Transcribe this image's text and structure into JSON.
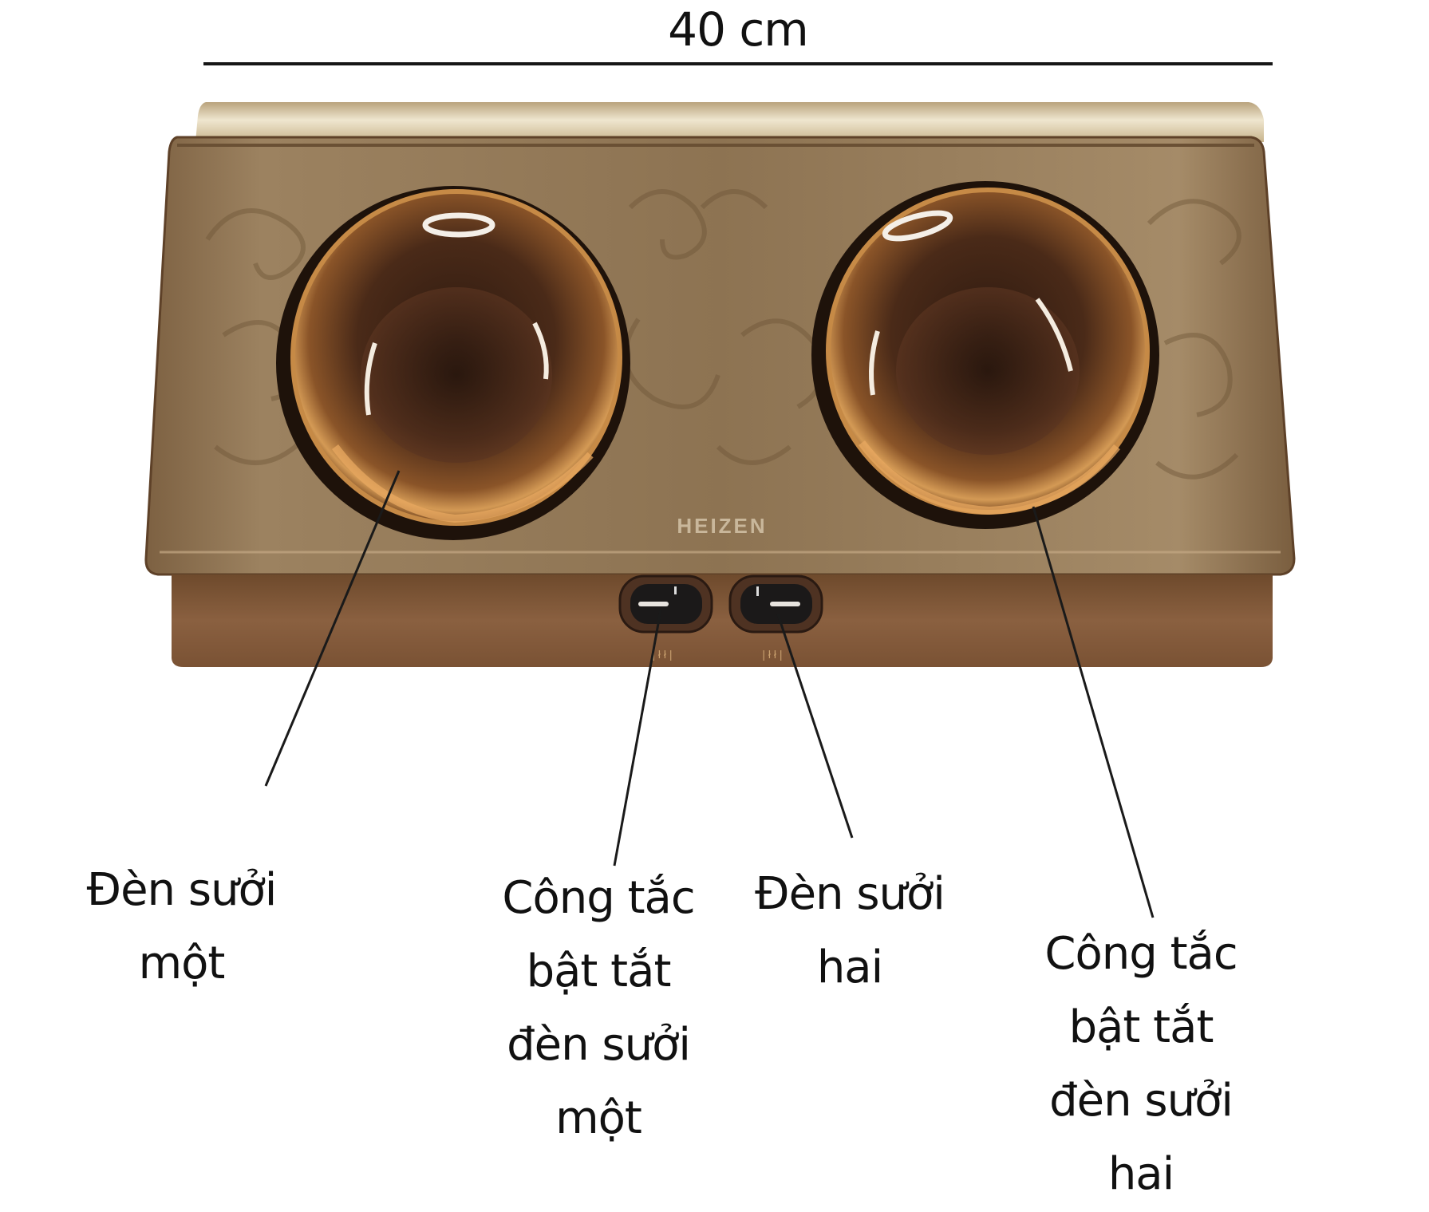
{
  "dimension": {
    "label": "40 cm"
  },
  "product": {
    "brand_mark": "HEIZEN",
    "switch_caption_1": "",
    "switch_caption_2": "",
    "colors": {
      "body_face": "#8e7452",
      "body_face_light": "#a88c66",
      "top_lip": "#d8c9a8",
      "lower_band": "#7a5330",
      "bulb_dark": "#3a2214",
      "bulb_rim": "#c88a44",
      "switch_body": "#1c1a1a",
      "switch_bezel": "#5a3c2a"
    }
  },
  "callouts": [
    {
      "id": "heater-bulb-one",
      "lines": [
        "Đèn sưởi",
        "một"
      ]
    },
    {
      "id": "switch-bulb-one",
      "lines": [
        "Công tắc",
        "bật tắt",
        "đèn sưởi",
        "một"
      ]
    },
    {
      "id": "heater-bulb-two",
      "lines": [
        "Đèn sưởi",
        "hai"
      ]
    },
    {
      "id": "switch-bulb-two",
      "lines": [
        "Công tắc",
        "bật tắt",
        "đèn sưởi",
        "hai"
      ]
    }
  ]
}
